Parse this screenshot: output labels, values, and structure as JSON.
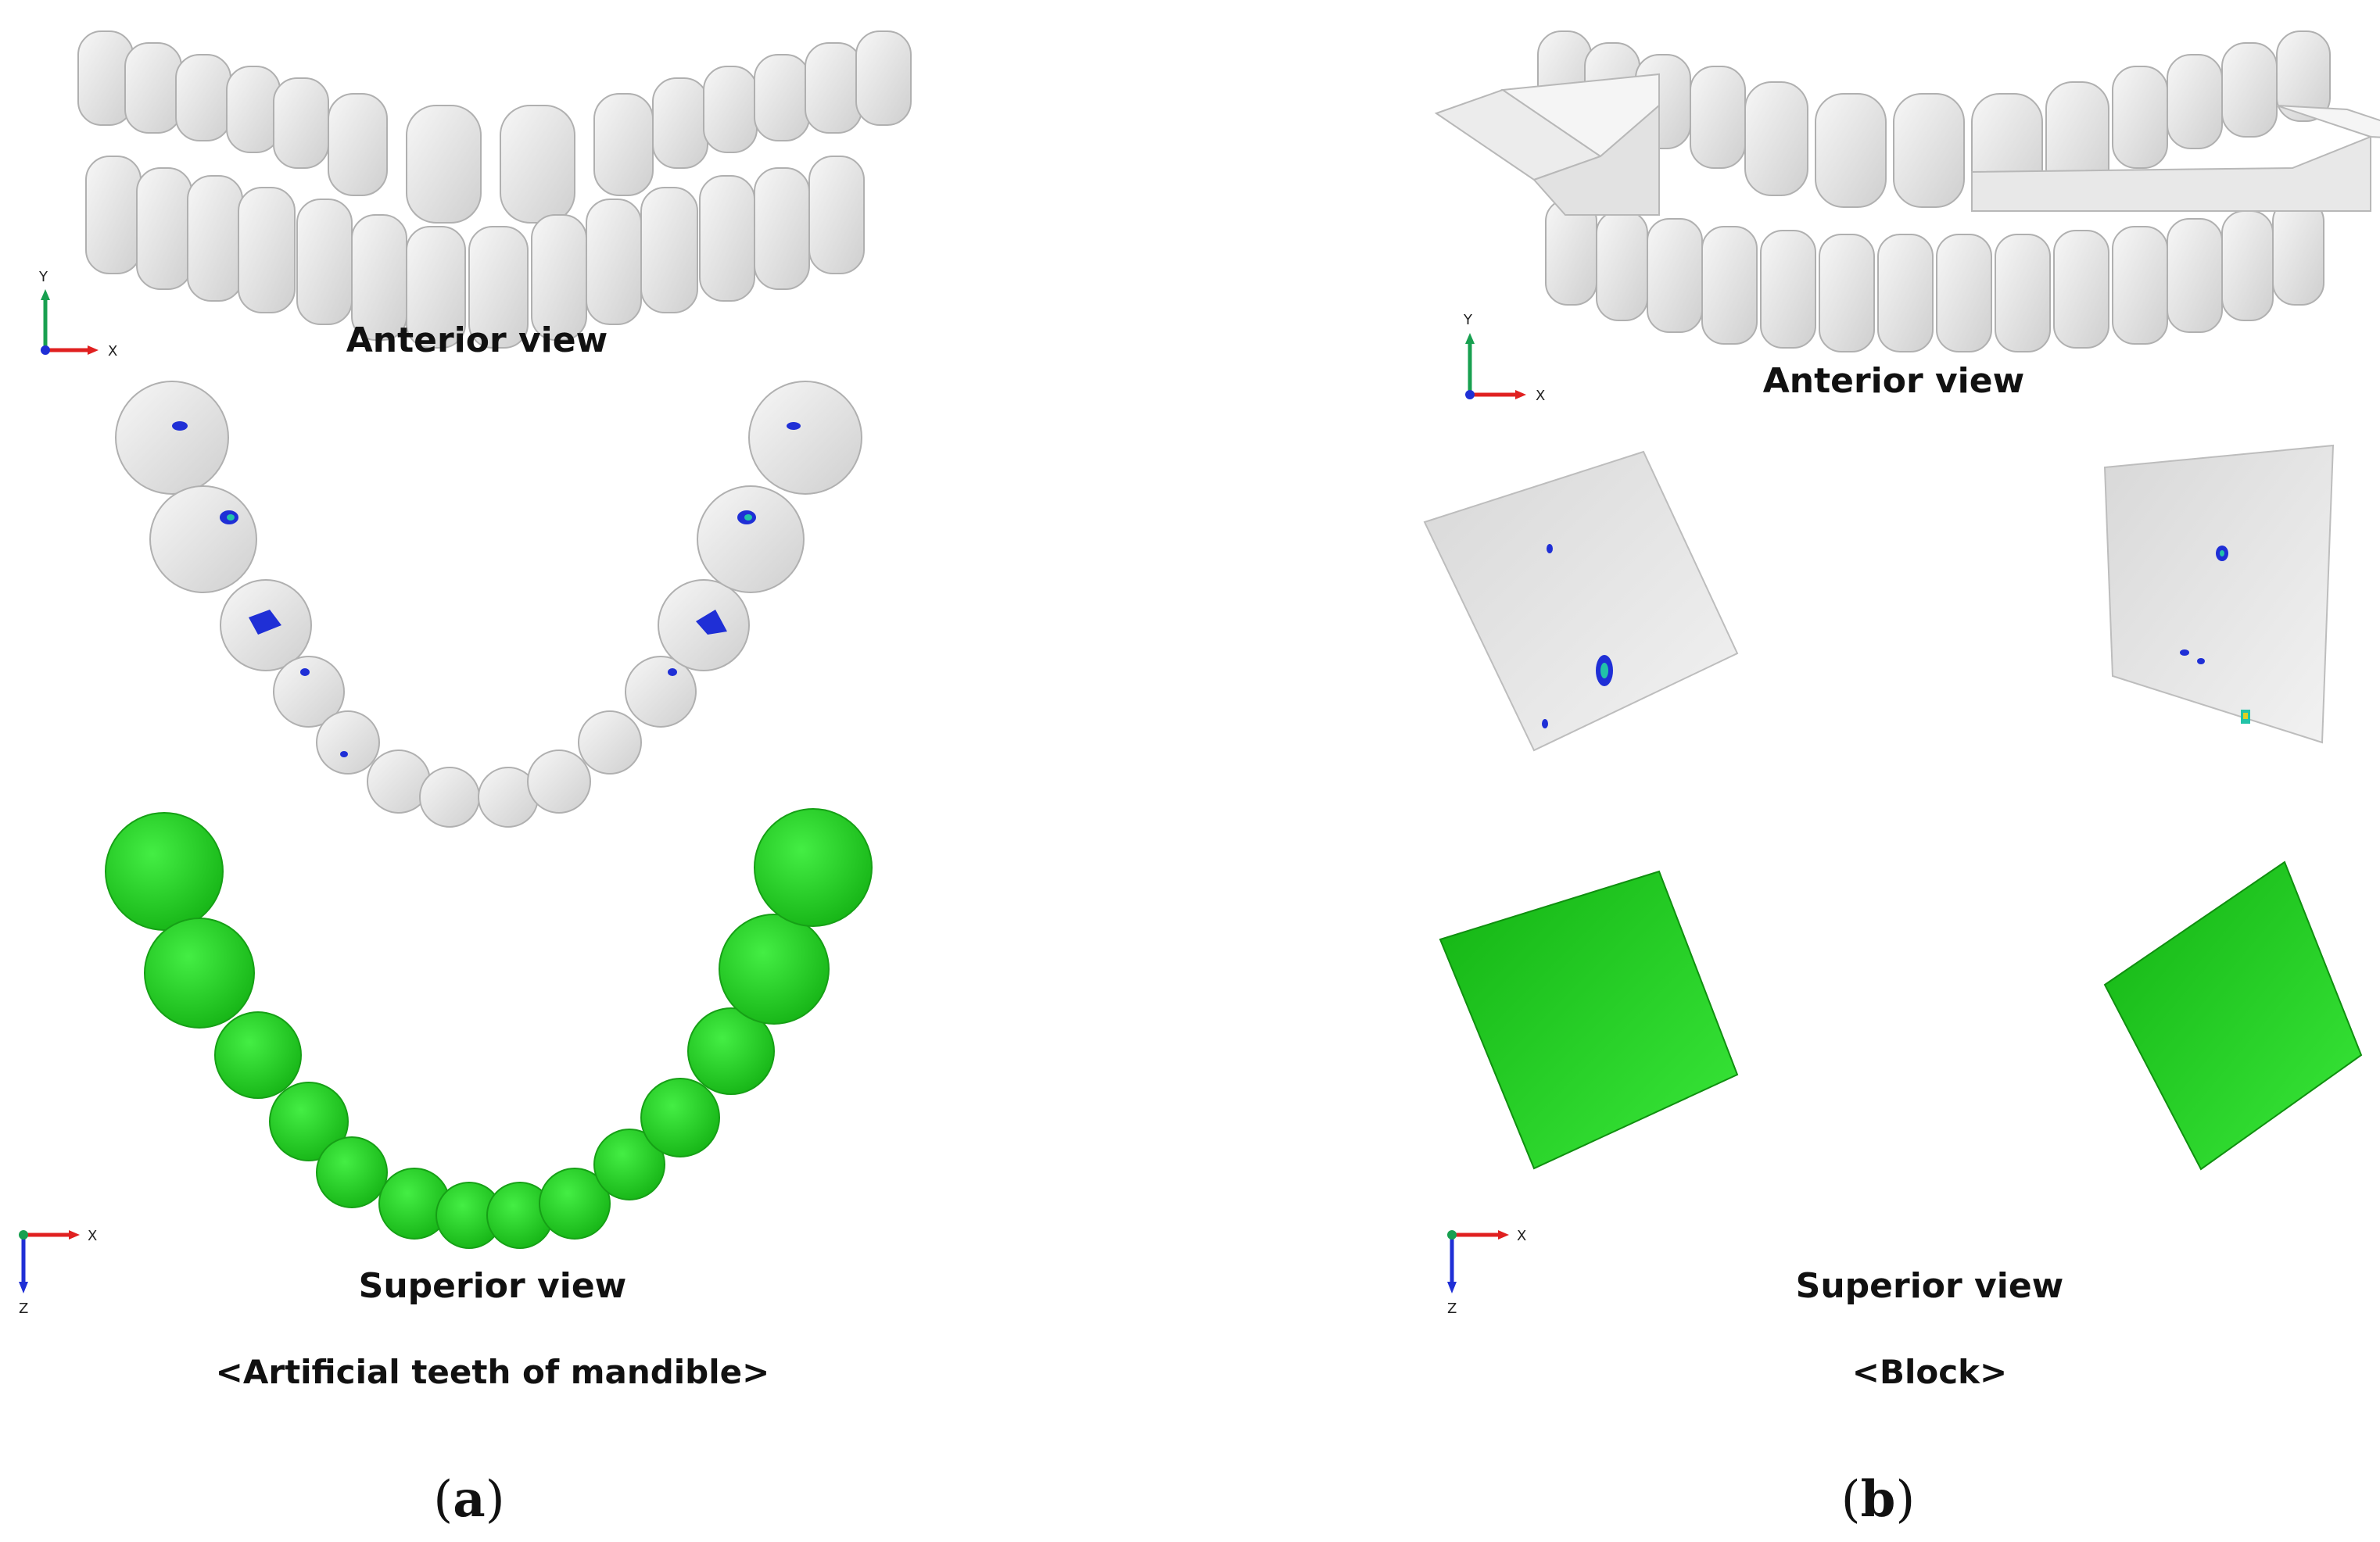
{
  "panels": [
    {
      "id": "a",
      "anterior_label": "Anterior view",
      "superior_label": "Superior view",
      "subject_caption": "<Artificial teeth of mandible>",
      "panel_letter": "a"
    },
    {
      "id": "b",
      "anterior_label": "Anterior view",
      "superior_label": "Superior view",
      "subject_caption": "<Block>",
      "panel_letter": "b"
    }
  ],
  "axes": {
    "anterior": {
      "horizontal": "X",
      "vertical": "Y"
    },
    "superior": {
      "horizontal": "X",
      "vertical": "Z"
    }
  },
  "colors": {
    "tooth_gray": "#e6e6e6",
    "tooth_edge": "#b5b5b5",
    "contour_blue": "#1f2fd6",
    "contour_cyan": "#22c3a8",
    "green": "#22dd22",
    "green_dark": "#17b017",
    "axis_x": "#e02020",
    "axis_y": "#18a050",
    "axis_z": "#1f2fd6"
  }
}
